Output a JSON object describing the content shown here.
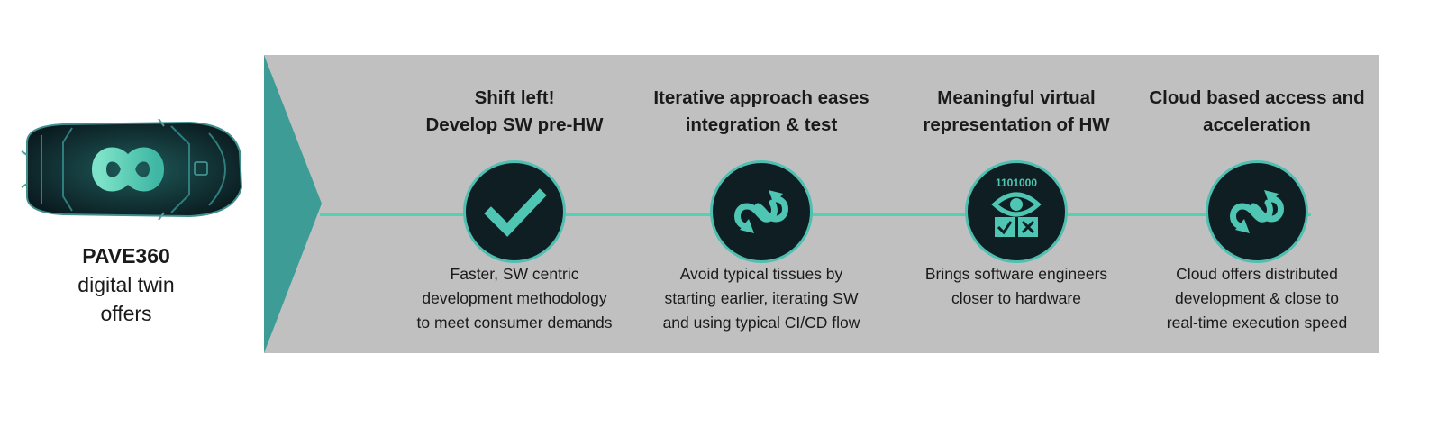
{
  "brand": {
    "title": "PAVE360",
    "line1": "digital twin",
    "line2": "offers"
  },
  "steps": [
    {
      "title": [
        "Shift left!",
        "Develop SW pre-HW"
      ],
      "icon": "checkmark-icon",
      "desc": [
        "Faster, SW centric",
        "development methodology",
        "to meet consumer demands"
      ]
    },
    {
      "title": [
        "Iterative approach eases",
        "integration & test"
      ],
      "icon": "iterate-loop-icon",
      "desc": [
        "Avoid typical tissues by",
        "starting earlier, iterating SW",
        "and using typical CI/CD flow"
      ]
    },
    {
      "title": [
        "Meaningful virtual",
        "representation of HW"
      ],
      "icon": "eye-binary-icon",
      "icon_text": "1101000",
      "desc": [
        "Brings software engineers",
        "closer to hardware"
      ]
    },
    {
      "title": [
        "Cloud based access and",
        "acceleration"
      ],
      "icon": "iterate-loop-icon",
      "desc": [
        "Cloud offers distributed",
        "development & close to",
        "real-time execution speed"
      ]
    }
  ],
  "colors": {
    "panel": "#c0c0c0",
    "arrow": "#3e9c97",
    "timeline": "#4fd3b3",
    "badge_fill": "#0f1e22",
    "badge_ring": "#4ebfb0",
    "icon": "#4ec6b3"
  }
}
